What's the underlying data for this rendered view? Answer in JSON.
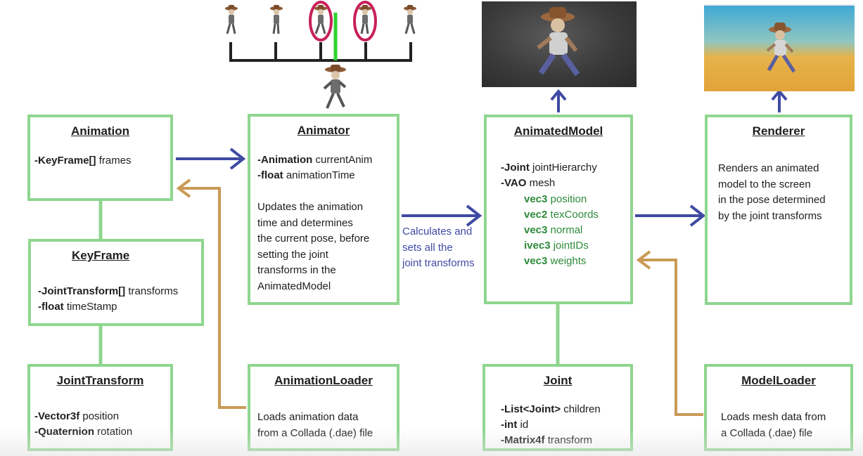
{
  "boxes": {
    "animation": {
      "title": "Animation",
      "fields": [
        {
          "pre": "-",
          "type": "KeyFrame[]",
          "name": " frames"
        }
      ]
    },
    "keyframe": {
      "title": "KeyFrame",
      "fields": [
        {
          "pre": "-",
          "type": "JointTransform[]",
          "name": " transforms"
        },
        {
          "pre": "-",
          "type": "float",
          "name": " timeStamp"
        }
      ]
    },
    "jointtransform": {
      "title": "JointTransform",
      "fields": [
        {
          "pre": "-",
          "type": "Vector3f",
          "name": " position"
        },
        {
          "pre": "-",
          "type": "Quaternion",
          "name": " rotation"
        }
      ]
    },
    "animator": {
      "title": "Animator",
      "fields": [
        {
          "pre": "-",
          "type": "Animation",
          "name": " currentAnim"
        },
        {
          "pre": "-",
          "type": "float",
          "name": " animationTime"
        }
      ],
      "desc": [
        "Updates the animation",
        "time and determines",
        "the current pose, before",
        "setting the joint",
        "transforms in the",
        "AnimatedModel"
      ]
    },
    "animationloader": {
      "title": "AnimationLoader",
      "desc": [
        "Loads animation data",
        "from a Collada (.dae) file"
      ]
    },
    "animatedmodel": {
      "title": "AnimatedModel",
      "fields": [
        {
          "pre": "-",
          "type": "Joint",
          "name": " jointHierarchy"
        },
        {
          "pre": "-",
          "type": "VAO",
          "name": " mesh"
        }
      ],
      "subfields": [
        {
          "type": "vec3",
          "name": " position"
        },
        {
          "type": "vec2",
          "name": " texCoords"
        },
        {
          "type": "vec3",
          "name": " normal"
        },
        {
          "type": "ivec3",
          "name": " jointIDs"
        },
        {
          "type": "vec3",
          "name": " weights"
        }
      ]
    },
    "joint": {
      "title": "Joint",
      "fields": [
        {
          "pre": "-",
          "type": "List<Joint>",
          "name": " children"
        },
        {
          "pre": "-",
          "type": "int",
          "name": " id"
        },
        {
          "pre": "-",
          "type": "Matrix4f",
          "name": " transform"
        }
      ]
    },
    "renderer": {
      "title": "Renderer",
      "desc": [
        "Renders an animated",
        "model to the screen",
        "in the pose determined",
        "by the joint transforms"
      ]
    },
    "modelloader": {
      "title": "ModelLoader",
      "desc": [
        "Loads mesh data from",
        "a Collada (.dae) file"
      ]
    }
  },
  "side_label": [
    "Calculates and",
    "sets all the",
    "joint transforms"
  ],
  "colors": {
    "box_border": "#8fd68f",
    "arrow_blue": "#3f4aa3",
    "arrow_tan": "#c99a55",
    "timeline": "#222222",
    "timeline_marker": "#2fd42f",
    "keyframe_circle": "#c8205a",
    "subfield_text": "#2d8a3a"
  },
  "icons": {
    "character": "cowboy-character-icon",
    "render_dark": "dark-viewport-render",
    "render_sky": "sky-gradient-render"
  }
}
